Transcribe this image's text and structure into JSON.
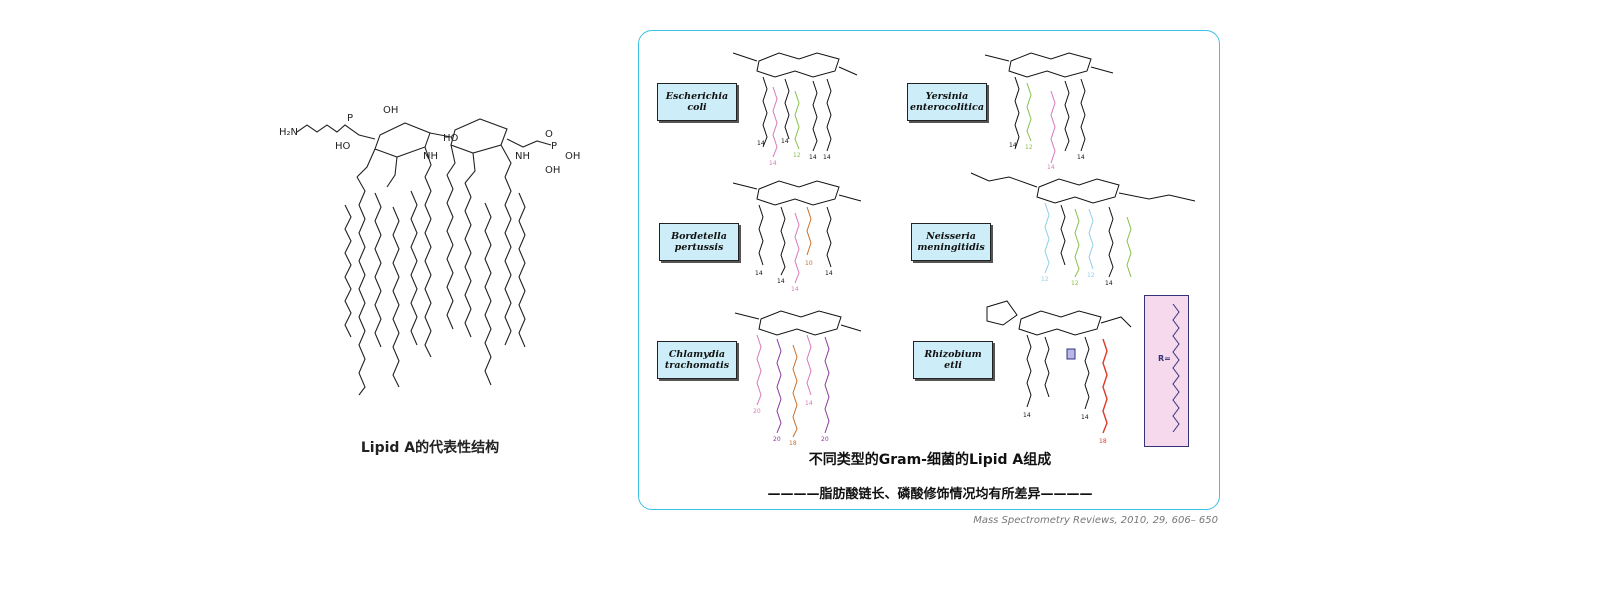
{
  "left": {
    "caption": "Lipid A的代表性结构",
    "chem_labels": {
      "amine": "H₂N",
      "phosphorus_left": "P",
      "phosphorus_right": "P",
      "oh_top": "OH",
      "ho_left": "HO",
      "ho_mid": "HO",
      "nh_left": "NH",
      "nh_right": "NH",
      "oh_right1": "OH",
      "oh_right2": "OH",
      "o": "O"
    }
  },
  "panel": {
    "title": "不同类型的Gram-细菌的Lipid A组成",
    "subtitle": "————脂肪酸链长、磷酸修饰情况均有所差异————",
    "bacteria": [
      {
        "name": "Escherichia\ncoli"
      },
      {
        "name": "Yersinia\nenterocolitica"
      },
      {
        "name": "Bordetella\npertussis"
      },
      {
        "name": "Neisseria\nmeningitidis"
      },
      {
        "name": "Chlamydia\ntrachomatis"
      },
      {
        "name": "Rhizobium\netli"
      }
    ],
    "r_label": "R=",
    "chain_labels": {
      "ecoli": [
        "14",
        "14",
        "14",
        "14",
        "12",
        "14"
      ],
      "yersinia": [
        "14",
        "12",
        "14",
        "14"
      ],
      "bordetella": [
        "14",
        "14",
        "10",
        "14",
        "14"
      ],
      "neisseria": [
        "12",
        "12",
        "12",
        "14"
      ],
      "chlamydia": [
        "20",
        "20",
        "18",
        "14",
        "20"
      ],
      "rhizobium": [
        "14",
        "14",
        "18"
      ]
    }
  },
  "citation": "Mass Spectrometry Reviews, 2010, 29, 606– 650",
  "colors": {
    "panel_border": "#3fc0e6",
    "label_fill": "#cdeef8",
    "r_box_fill": "#f6d9ec",
    "chain_black": "#111111",
    "chain_pink": "#d878b8",
    "chain_green": "#86c04a",
    "chain_blue": "#8fcfe8",
    "chain_orange": "#c8702a",
    "chain_purple": "#8a3a9a",
    "chain_red": "#e0392b"
  }
}
